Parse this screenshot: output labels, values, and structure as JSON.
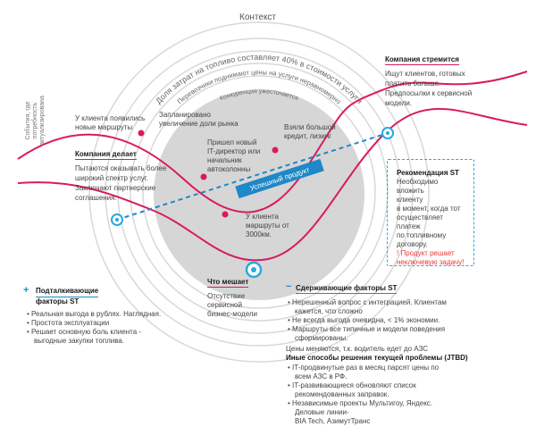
{
  "context": {
    "label": "Контекст",
    "arc1": "Доля затрат на топливо составляет 40% в стоимости услуги",
    "arc2": "Перевозчики поднимают цены на услуги неравномерно",
    "arc3": "Конкуренция ужесточается"
  },
  "side_label": [
    "События, где",
    "потребность",
    "актуализирована"
  ],
  "bar_label": "Успешный продукт",
  "events": {
    "new_routes": [
      "У клиента появились",
      "новые маршруты"
    ],
    "market_share": [
      "Запланировано",
      "увеличение доли рынка"
    ],
    "new_director": [
      "Пришел новый",
      "IT-директор или",
      "начальник",
      "автоколонны"
    ],
    "big_credit": [
      "Взяли большой",
      "кредит, лизинг"
    ],
    "routes_3000": [
      "У клиента",
      "маршруты от",
      "3000км."
    ]
  },
  "company_does": {
    "title": "Компания делает",
    "text": [
      "Пытаются оказывать более",
      "широкий спектр услуг.",
      "Заключают партнерские",
      "соглашения."
    ]
  },
  "company_strives": {
    "title": "Компания стремится",
    "text": [
      "Ищут клиентов, готовых",
      "платить больше.",
      "Предпосылки к сервисной",
      "модели."
    ]
  },
  "recommendation": {
    "title": "Рекомендация ST",
    "text": [
      "Необходимо вложить",
      "клиенту",
      "в момент, когда тот",
      "осуществляет платеж",
      "по топливному",
      "договору."
    ],
    "warning": [
      "! Продукт решает",
      "неключевую задачу!"
    ]
  },
  "obstacle": {
    "title": "Что мешает",
    "text": [
      "Отсутствие",
      "сервисной",
      "бизнес-модели"
    ]
  },
  "push_factors": {
    "plus": "+",
    "title": [
      "Подталкивающие",
      "факторы ST"
    ],
    "items": [
      "Реальная выгода в рублях. Наглядная.",
      "Простота эксплуатации",
      "Решает основную боль клиента -",
      "выгодные закупки топлива."
    ]
  },
  "restrain_factors": {
    "minus": "−",
    "title": "Сдерживающие факторы ST",
    "items": [
      "Нерешенный вопрос с интеграцией. Клиентам",
      "кажется, что сложно",
      "Не всегда выгода очевидна, < 1% экономии.",
      "Маршруты все типичные и модели поведения",
      "сформированы."
    ],
    "note": "Цены меняются, т.к. водитель едет до АЗС"
  },
  "jtbd": {
    "title": "Иные способы решения текущей проблемы (JTBD)",
    "items": [
      "IT-продвинутые раз в месяц парсят цены по",
      "всем АЗС в РФ.",
      "IT-развивающиеся обновляют список",
      "рекомендованных заправок.",
      "Независимые проекты Мультигоу, Яндекс.",
      "Деловые линии-",
      "BIA Tech, АзимутТранс"
    ]
  },
  "colors": {
    "accent_red": "#d81b60",
    "accent_blue": "#1e88c8",
    "recommend_border": "#29a9e0",
    "rings": "#cfcfcf",
    "core": "#d6d6d6"
  }
}
